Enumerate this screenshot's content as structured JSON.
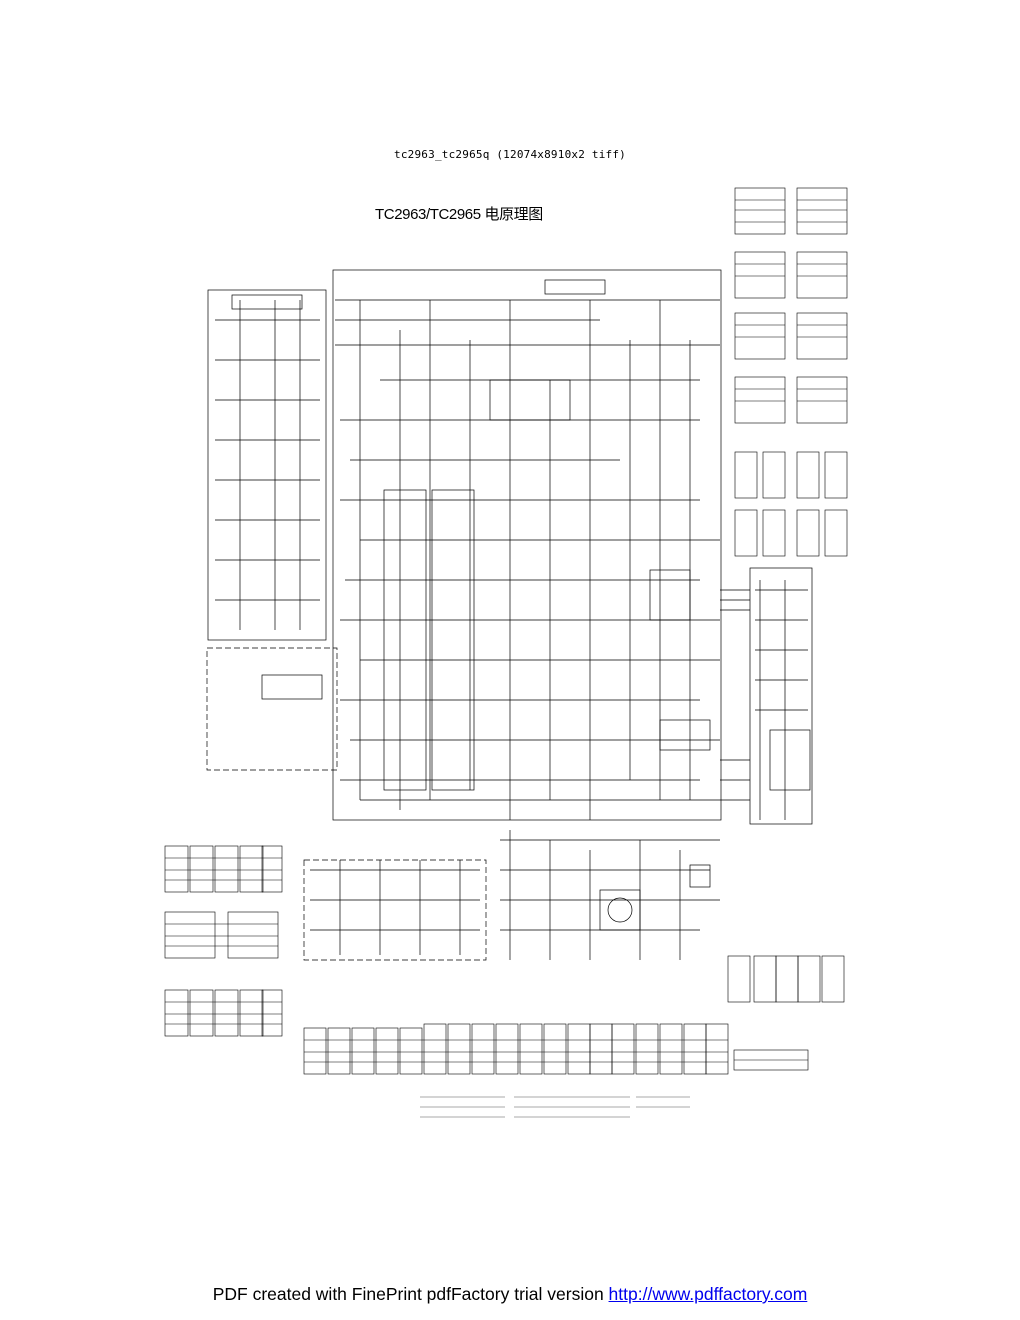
{
  "page": {
    "file_caption": "tc2963_tc2965q (12074x8910x2 tiff)",
    "diagram_title": "TC2963/TC2965 电原理图"
  },
  "footer": {
    "text": "PDF created with FinePrint pdfFactory trial version ",
    "link_text": "http://www.pdffactory.com"
  }
}
